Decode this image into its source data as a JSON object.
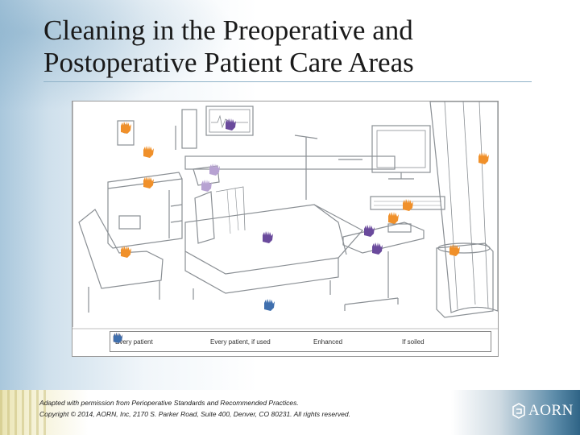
{
  "slide": {
    "title_line1": "Cleaning in the Preoperative and",
    "title_line2": "Postoperative Patient Care Areas"
  },
  "legend": [
    {
      "label": "Every patient",
      "color": "#6a4a9c"
    },
    {
      "label": "Every patient, if used",
      "color": "#b7a2d2"
    },
    {
      "label": "Enhanced",
      "color": "#f0902a"
    },
    {
      "label": "If soiled",
      "color": "#3f6fae"
    }
  ],
  "footer": {
    "credit_line1": "Adapted with permission from Perioperative Standards and Recommended Practices.",
    "credit_line2": "Copyright © 2014, AORN, Inc, 2170 S. Parker Road, Suite 400, Denver, CO 80231. All rights reserved.",
    "logo_text": "AORN"
  },
  "colors": {
    "every_patient": "#6a4a9c",
    "if_used": "#b7a2d2",
    "enhanced": "#f0902a",
    "if_soiled": "#3f6fae"
  }
}
